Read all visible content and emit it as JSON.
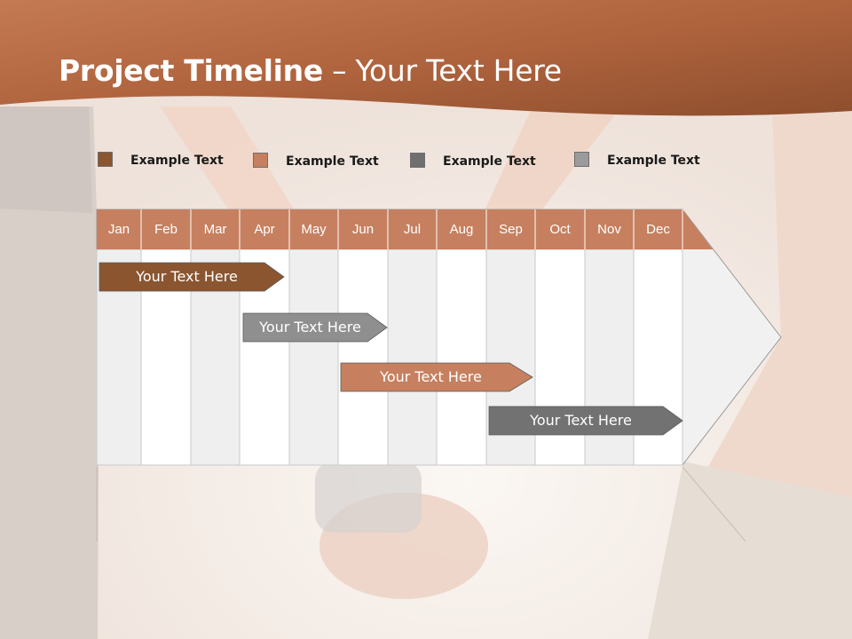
{
  "title": {
    "bold": "Project Timeline",
    "rest": " – Your Text Here"
  },
  "legend": [
    {
      "label": "Example Text",
      "color": "#8b5530"
    },
    {
      "label": "Example Text",
      "color": "#c6805f"
    },
    {
      "label": "Example Text",
      "color": "#6f6f6f"
    },
    {
      "label": "Example Text",
      "color": "#9b9b9b"
    }
  ],
  "months": [
    "Jan",
    "Feb",
    "Mar",
    "Apr",
    "May",
    "Jun",
    "Jul",
    "Aug",
    "Sep",
    "Oct",
    "Nov",
    "Dec"
  ],
  "tasks": [
    {
      "label": "Your  Text Here",
      "color": "#8b5530",
      "start_month": "Jan",
      "end_month": "Apr"
    },
    {
      "label": "Your  Text Here",
      "color": "#8f8f8f",
      "start_month": "Apr",
      "end_month": "Jun"
    },
    {
      "label": "Your  Text Here",
      "color": "#c6805f",
      "start_month": "Jun",
      "end_month": "Sep"
    },
    {
      "label": "Your  Text Here",
      "color": "#727272",
      "start_month": "Sep",
      "end_month": "Dec"
    }
  ],
  "colors": {
    "header": "#b3643d",
    "month_header": "#c6805f",
    "column_shade": "#efefef"
  }
}
